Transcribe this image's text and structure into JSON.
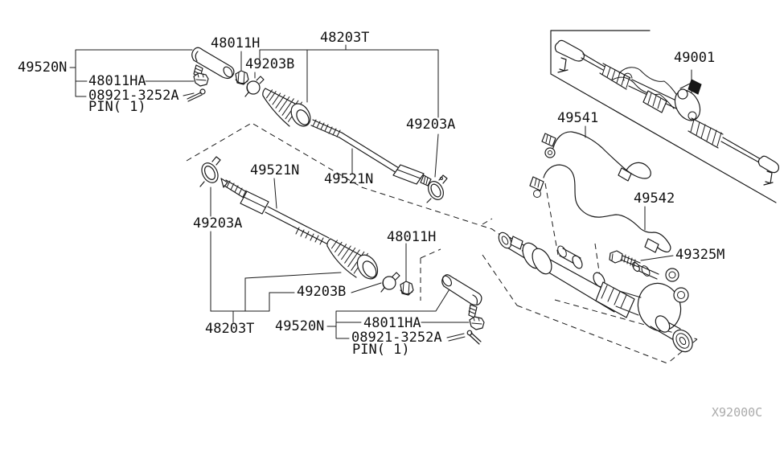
{
  "figure": {
    "kind": "exploded-parts-diagram",
    "subject": "power steering gear and linkage",
    "watermark": "X92000C"
  },
  "colors": {
    "line": "#1a1a1a",
    "background": "#ffffff",
    "watermark": "#ababab"
  },
  "labels": [
    {
      "id": "tie-rod-socket-upper",
      "text": "49520N"
    },
    {
      "id": "nut-upper",
      "text": "48011HA"
    },
    {
      "id": "pin-part-upper",
      "text": "08921-3252A"
    },
    {
      "id": "pin-note-upper",
      "text": "PIN( 1)"
    },
    {
      "id": "jam-nut-upper",
      "text": "48011H"
    },
    {
      "id": "clamp-b-upper",
      "text": "49203B"
    },
    {
      "id": "tie-rod-kit-upper",
      "text": "48203T"
    },
    {
      "id": "clamp-a-upper",
      "text": "49203A"
    },
    {
      "id": "inner-rod-lower-label",
      "text": "49521N"
    },
    {
      "id": "inner-rod-upper-label",
      "text": "49521N"
    },
    {
      "id": "clamp-a-lower",
      "text": "49203A"
    },
    {
      "id": "jam-nut-lower",
      "text": "48011H"
    },
    {
      "id": "clamp-b-lower",
      "text": "49203B"
    },
    {
      "id": "tie-rod-kit-lower",
      "text": "48203T"
    },
    {
      "id": "tie-rod-socket-lower",
      "text": "49520N"
    },
    {
      "id": "nut-lower",
      "text": "48011HA"
    },
    {
      "id": "pin-part-lower",
      "text": "08921-3252A"
    },
    {
      "id": "pin-note-lower",
      "text": "PIN( 1)"
    },
    {
      "id": "gear-assembly",
      "text": "49001"
    },
    {
      "id": "tube-pressure",
      "text": "49541"
    },
    {
      "id": "tube-return",
      "text": "49542"
    },
    {
      "id": "bolt",
      "text": "49325M"
    }
  ]
}
